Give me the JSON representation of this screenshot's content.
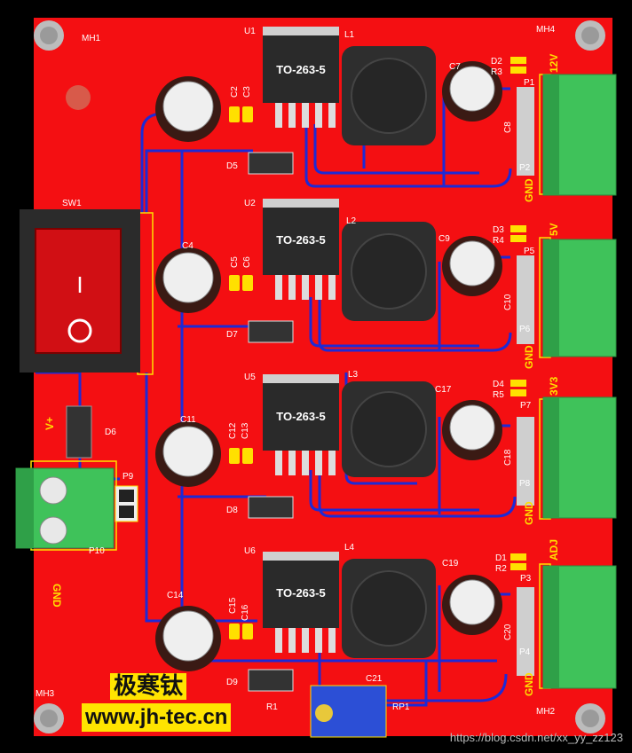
{
  "brand": {
    "name_cn": "极寒钛",
    "url": "www.jh-tec.cn"
  },
  "watermark": "https://blog.csdn.net/xx_yy_zz123",
  "regulator_package": "TO-263-5",
  "designators": {
    "U1": "U1",
    "U2": "U2",
    "U5": "U5",
    "U6": "U6",
    "L1": "L1",
    "L2": "L2",
    "L3": "L3",
    "L4": "L4",
    "C2": "C2",
    "C3": "C3",
    "C4": "C4",
    "C5": "C5",
    "C6": "C6",
    "C7": "C7",
    "C8": "C8",
    "C9": "C9",
    "C10": "C10",
    "C11": "C11",
    "C12": "C12",
    "C13": "C13",
    "C14": "C14",
    "C15": "C15",
    "C16": "C16",
    "C17": "C17",
    "C18": "C18",
    "C19": "C19",
    "C20": "C20",
    "C21": "C21",
    "D1": "D1",
    "D2": "D2",
    "D3": "D3",
    "D4": "D4",
    "D5": "D5",
    "D6": "D6",
    "D7": "D7",
    "D8": "D8",
    "D9": "D9",
    "R1": "R1",
    "R2": "R2",
    "R3": "R3",
    "R4": "R4",
    "R5": "R5",
    "RP1": "RP1",
    "P1": "P1",
    "P2": "P2",
    "P3": "P3",
    "P4": "P4",
    "P5": "P5",
    "P6": "P6",
    "P7": "P7",
    "P8": "P8",
    "P9": "P9",
    "P10": "P10",
    "SW1": "SW1",
    "MH1": "MH1",
    "MH2": "MH2",
    "MH3": "MH3",
    "MH4": "MH4"
  },
  "output_labels": [
    "12V",
    "5V",
    "3V3",
    "ADJ"
  ],
  "gnd_label": "GND",
  "vin_label": "V+",
  "switch_on": "I",
  "switch_off": "O",
  "colors": {
    "board": "#f40f12",
    "track": "#1d2ad6",
    "silk_yellow": "#ffe000",
    "terminal": "#3fc25a"
  }
}
